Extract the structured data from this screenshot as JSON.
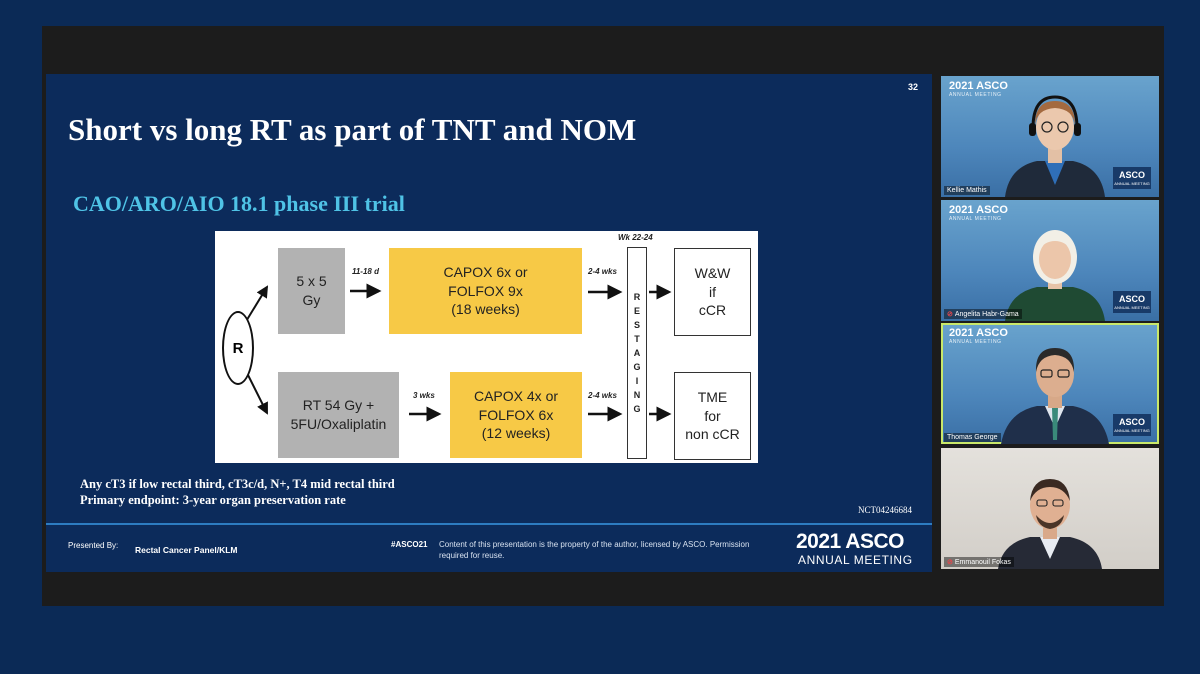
{
  "slide": {
    "number": "32",
    "title": "Short vs long RT as part of TNT and NOM",
    "subtitle": "CAO/ARO/AIO 18.1 phase III trial",
    "diagram": {
      "randomization": "R",
      "arm1": {
        "rt": "5 x 5\nGy",
        "gap": "11-18 d",
        "chemo": "CAPOX 6x or\nFOLFOX 9x\n(18 weeks)",
        "interval": "2-4 wks",
        "outcome": "W&W\nif\ncCR"
      },
      "arm2": {
        "rt": "RT 54 Gy +\n5FU/Oxaliplatin",
        "gap": "3 wks",
        "chemo": "CAPOX 4x or\nFOLFOX 6x\n(12 weeks)",
        "interval": "2-4 wks",
        "outcome": "TME\nfor\nnon cCR"
      },
      "week": "Wk 22-24",
      "restaging": [
        "R",
        "E",
        "S",
        "T",
        "A",
        "G",
        "I",
        "N",
        "G"
      ]
    },
    "footnote_line1": "Any cT3 if low rectal third, cT3c/d, N+, T4 mid rectal third",
    "footnote_line2": "Primary endpoint: 3-year organ preservation rate",
    "nct": "NCT04246684",
    "footer": {
      "presented_label": "Presented By:",
      "presenter": "Rectal Cancer Panel/KLM",
      "hashtag": "#ASCO21",
      "copyright": "Content of this presentation is the property of the author, licensed by ASCO. Permission required for reuse.",
      "asco_year": "2021 ASCO",
      "asco_meeting": "ANNUAL MEETING"
    }
  },
  "participants": [
    {
      "name": "Kellie Mathis",
      "muted": false,
      "active": false
    },
    {
      "name": "Angelita Habr-Gama",
      "muted": true,
      "active": false
    },
    {
      "name": "Thomas George",
      "muted": false,
      "active": true
    },
    {
      "name": "Emmanouil Fokas",
      "muted": true,
      "active": false
    }
  ],
  "tile_brand": {
    "year": "2021 ASCO",
    "sub": "ANNUAL MEETING",
    "logo": "ASCO"
  },
  "colors": {
    "slide_bg": "#0c2b5b",
    "accent_cyan": "#4fc3e6",
    "box_yellow": "#f7c946",
    "box_grey": "#b2b2b2",
    "active_border": "#c9e86a",
    "outer_bg": "#0b2a56"
  }
}
